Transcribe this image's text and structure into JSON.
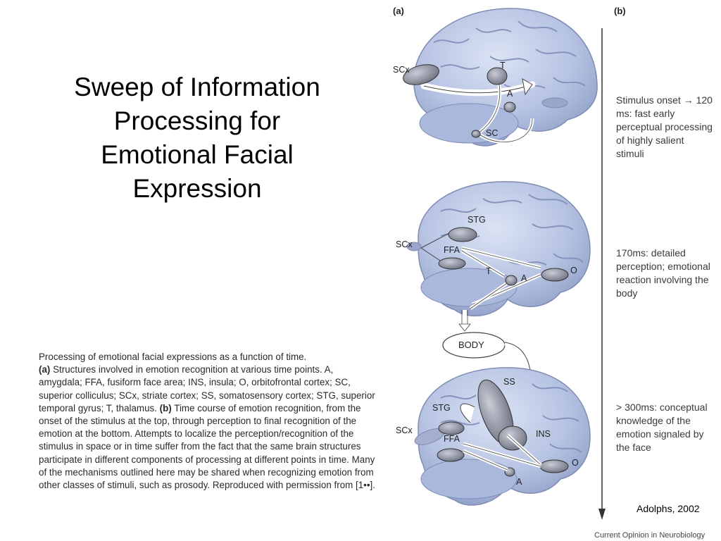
{
  "title": {
    "lines": [
      "Sweep of Information",
      "Processing for",
      "Emotional Facial",
      "Expression"
    ]
  },
  "caption": {
    "line1": "Processing of emotional facial expressions as a function of time.",
    "part_a_letter": "(a)",
    "part_a_text": " Structures involved in emotion recognition at various time points. A, amygdala; FFA, fusiform face area; INS, insula; O, orbitofrontal cortex; SC, superior colliculus; SCx, striate cortex; SS, somatosensory cortex; STG, superior temporal gyrus; T, thalamus. ",
    "part_b_letter": "(b)",
    "part_b_text": " Time course of emotion recognition, from the onset of the stimulus at the top, through perception to final recognition of the emotion at the bottom. Attempts to localize the perception/recognition of the stimulus in space or in time suffer from the fact that the same brain structures participate in different components of processing at different points in time. Many of the mechanisms outlined here may be shared when recognizing emotion from other classes of stimuli, such as prosody. Reproduced with permission from [1••]."
  },
  "figure": {
    "panel_a_letter": "(a)",
    "panel_b_letter": "(b)",
    "brain1": {
      "scx": "SCx",
      "t": "T",
      "a": "A",
      "sc": "SC"
    },
    "brain2": {
      "stg": "STG",
      "scx": "SCx",
      "ffa": "FFA",
      "t": "T",
      "a": "A",
      "o": "O"
    },
    "body": "BODY",
    "brain3": {
      "ss": "SS",
      "stg": "STG",
      "scx": "SCx",
      "ffa": "FFA",
      "ins": "INS",
      "o": "O",
      "a": "A"
    },
    "timeline": [
      "Stimulus onset → 120 ms: fast early perceptual processing of highly salient stimuli",
      "170ms: detailed perception; emotional reaction involving the body",
      "> 300ms: conceptual knowledge of the emotion signaled by the face"
    ]
  },
  "credit": "Adolphs, 2002",
  "journal": "Current Opinion in Neurobiology",
  "colors": {
    "brain": "#b9c6e4",
    "brain_dark": "#8e9dc6",
    "region": "#8a8d98"
  }
}
